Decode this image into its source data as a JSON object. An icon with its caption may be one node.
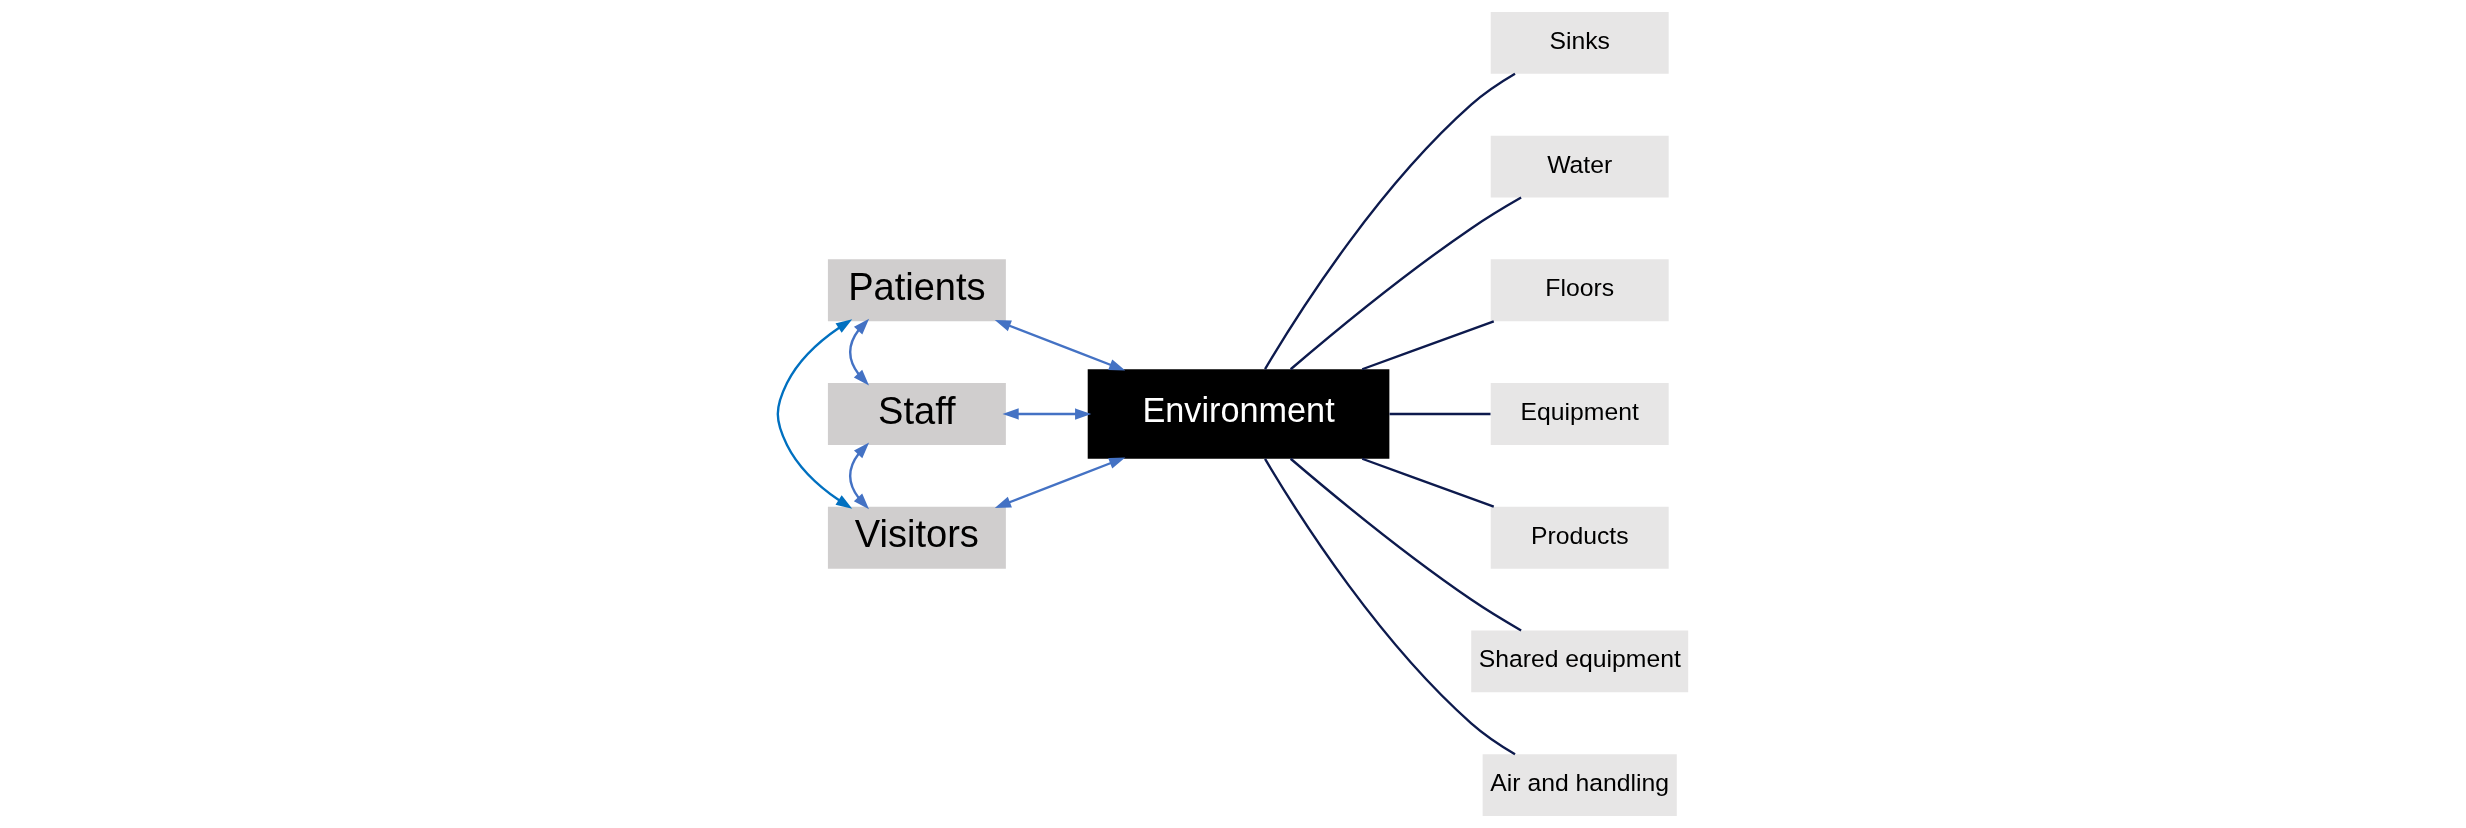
{
  "diagram": {
    "nodes": [
      {
        "text": [
          "Patients"
        ]
      },
      {
        "text": [
          "Staff"
        ]
      },
      {
        "text": [
          "Visitors"
        ]
      },
      {
        "text": [
          "Environment"
        ]
      },
      {
        "text": [
          "Sinks"
        ]
      },
      {
        "text": [
          "Water"
        ]
      },
      {
        "text": [
          "Floors"
        ]
      },
      {
        "text": [
          "Equipment"
        ]
      },
      {
        "text": [
          "Products"
        ]
      },
      {
        "text": [
          "Shared equipment"
        ]
      },
      {
        "text": [
          "Air and handling"
        ]
      }
    ],
    "edges": [
      {
        "from": 0,
        "to": 1,
        "arrow": "both",
        "color": "#4472c4"
      },
      {
        "from": 1,
        "to": 2,
        "arrow": "both",
        "color": "#4472c4"
      },
      {
        "from": 0,
        "to": 2,
        "arrow": "both",
        "color": "#0070c0"
      },
      {
        "from": 0,
        "to": 3,
        "arrow": "both",
        "color": "#4472c4"
      },
      {
        "from": 1,
        "to": 3,
        "arrow": "both",
        "color": "#4472c4"
      },
      {
        "from": 2,
        "to": 3,
        "arrow": "both",
        "color": "#4472c4"
      },
      {
        "from": 3,
        "to": 4,
        "arrow": "none",
        "color": "#0d1a4d"
      },
      {
        "from": 3,
        "to": 5,
        "arrow": "none",
        "color": "#0d1a4d"
      },
      {
        "from": 3,
        "to": 6,
        "arrow": "none",
        "color": "#0d1a4d"
      },
      {
        "from": 3,
        "to": 7,
        "arrow": "none",
        "color": "#0d1a4d"
      },
      {
        "from": 3,
        "to": 8,
        "arrow": "none",
        "color": "#0d1a4d"
      },
      {
        "from": 3,
        "to": 9,
        "arrow": "none",
        "color": "#0d1a4d"
      },
      {
        "from": 3,
        "to": 10,
        "arrow": "none",
        "color": "#0d1a4d"
      }
    ]
  }
}
